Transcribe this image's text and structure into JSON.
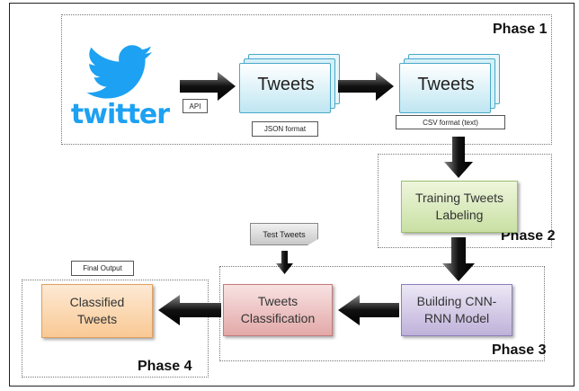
{
  "phases": {
    "phase1": "Phase 1",
    "phase2": "Phase 2",
    "phase3": "Phase 3",
    "phase4": "Phase 4"
  },
  "logo": {
    "wordmark": "twitter"
  },
  "tags": {
    "api": "API",
    "json_format": "JSON format",
    "csv_format": "CSV format (text)",
    "test_tweets": "Test Tweets",
    "final_output": "Final Output"
  },
  "docs": {
    "tweets_json": "Tweets",
    "tweets_csv": "Tweets"
  },
  "boxes": {
    "training": "Training Tweets Labeling",
    "building": "Building CNN-RNN Model",
    "classification": "Tweets Classification",
    "classified": "Classified Tweets"
  },
  "colors": {
    "twitter_blue": "#1da1f2",
    "training_green": "#d8e8b8",
    "building_purple": "#c8bedd",
    "classification_red": "#ecc0c0",
    "classified_orange": "#fcd7b0"
  }
}
